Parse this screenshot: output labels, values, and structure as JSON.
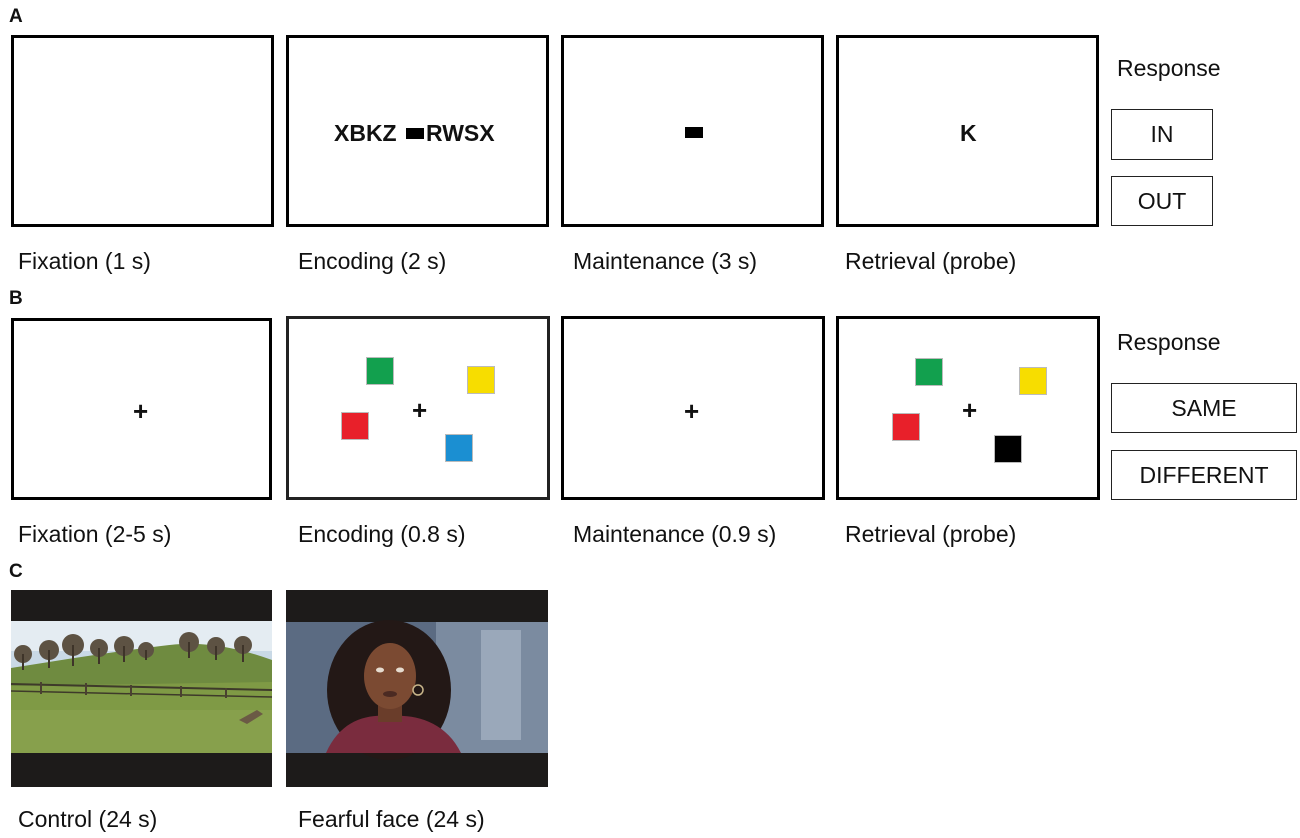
{
  "panel_a": {
    "letter": "A",
    "captions": [
      "Fixation (1 s)",
      "Encoding (2 s)",
      "Maintenance (3 s)",
      "Retrieval (probe)"
    ],
    "encoding_left": "XBKZ",
    "encoding_right": "RWSX",
    "probe_letter": "K",
    "response_title": "Response",
    "response_options": [
      "IN",
      "OUT"
    ]
  },
  "panel_b": {
    "letter": "B",
    "captions": [
      "Fixation (2-5 s)",
      "Encoding (0.8 s)",
      "Maintenance (0.9 s)",
      "Retrieval (probe)"
    ],
    "cross": "+",
    "response_title": "Response",
    "response_options": [
      "SAME",
      "DIFFERENT"
    ],
    "colors": {
      "green": "#12a04e",
      "yellow": "#f7dd00",
      "red": "#e8202a",
      "blue": "#1b8fd2",
      "black": "#000000"
    }
  },
  "panel_c": {
    "letter": "C",
    "captions": [
      "Control (24 s)",
      "Fearful face (24 s)"
    ]
  }
}
